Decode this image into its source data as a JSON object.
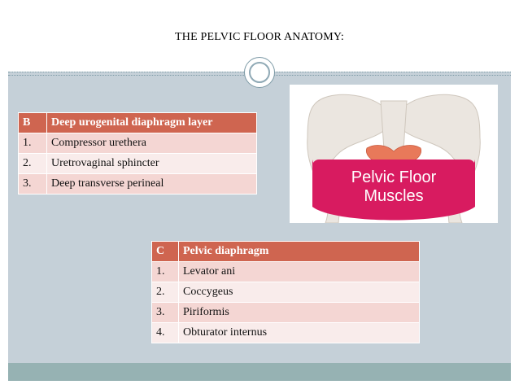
{
  "slide": {
    "title": "THE PELVIC FLOOR ANATOMY:"
  },
  "table_b": {
    "header": {
      "letter": "B",
      "label": "Deep urogenital diaphragm layer"
    },
    "rows": [
      {
        "num": "1.",
        "label": "Compressor urethera"
      },
      {
        "num": "2.",
        "label": "Uretrovaginal sphincter"
      },
      {
        "num": "3.",
        "label": "Deep transverse perineal"
      }
    ]
  },
  "table_c": {
    "header": {
      "letter": "C",
      "label": "Pelvic diaphragm"
    },
    "rows": [
      {
        "num": "1.",
        "label": "Levator ani"
      },
      {
        "num": "2.",
        "label": "Coccygeus"
      },
      {
        "num": "3.",
        "label": "Piriformis"
      },
      {
        "num": "4.",
        "label": "Obturator internus"
      }
    ]
  },
  "image": {
    "caption_line1": "Pelvic Floor",
    "caption_line2": "Muscles",
    "accent_color": "#d81b60",
    "muscle_color": "#e8795a"
  },
  "colors": {
    "table_header": "#cf6550",
    "table_row_odd": "#f4d6d3",
    "table_row_even": "#f9eceb",
    "background": "#c5d0d8",
    "footer": "#96b2b3"
  }
}
